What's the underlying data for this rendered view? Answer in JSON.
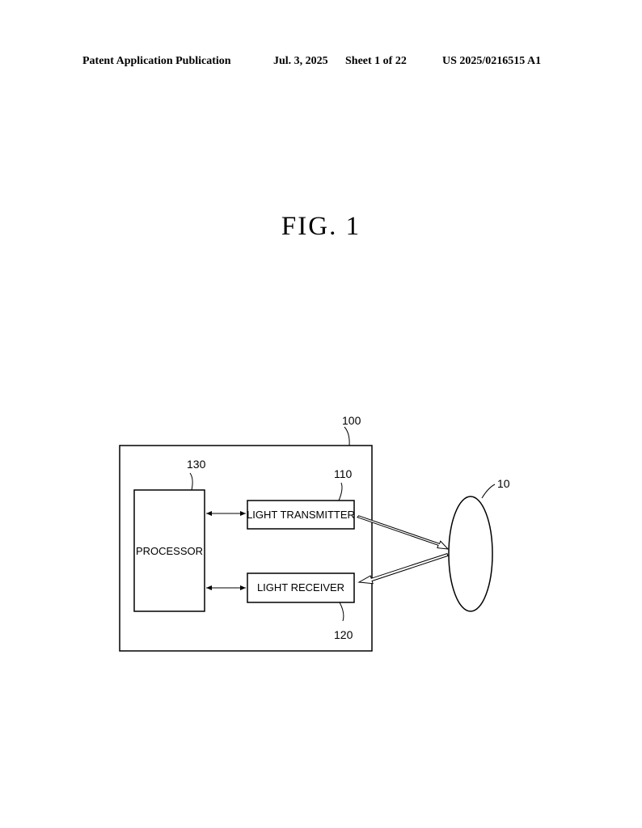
{
  "header": {
    "publication": "Patent Application Publication",
    "date": "Jul. 3, 2025",
    "sheet": "Sheet 1 of 22",
    "number": "US 2025/0216515 A1"
  },
  "figure": {
    "title": "FIG.  1",
    "device_ref": "100",
    "processor": {
      "label": "PROCESSOR",
      "ref": "130"
    },
    "light_transmitter": {
      "label": "LIGHT TRANSMITTER",
      "ref": "110"
    },
    "light_receiver": {
      "label": "LIGHT RECEIVER",
      "ref": "120"
    },
    "object_ref": "10"
  }
}
